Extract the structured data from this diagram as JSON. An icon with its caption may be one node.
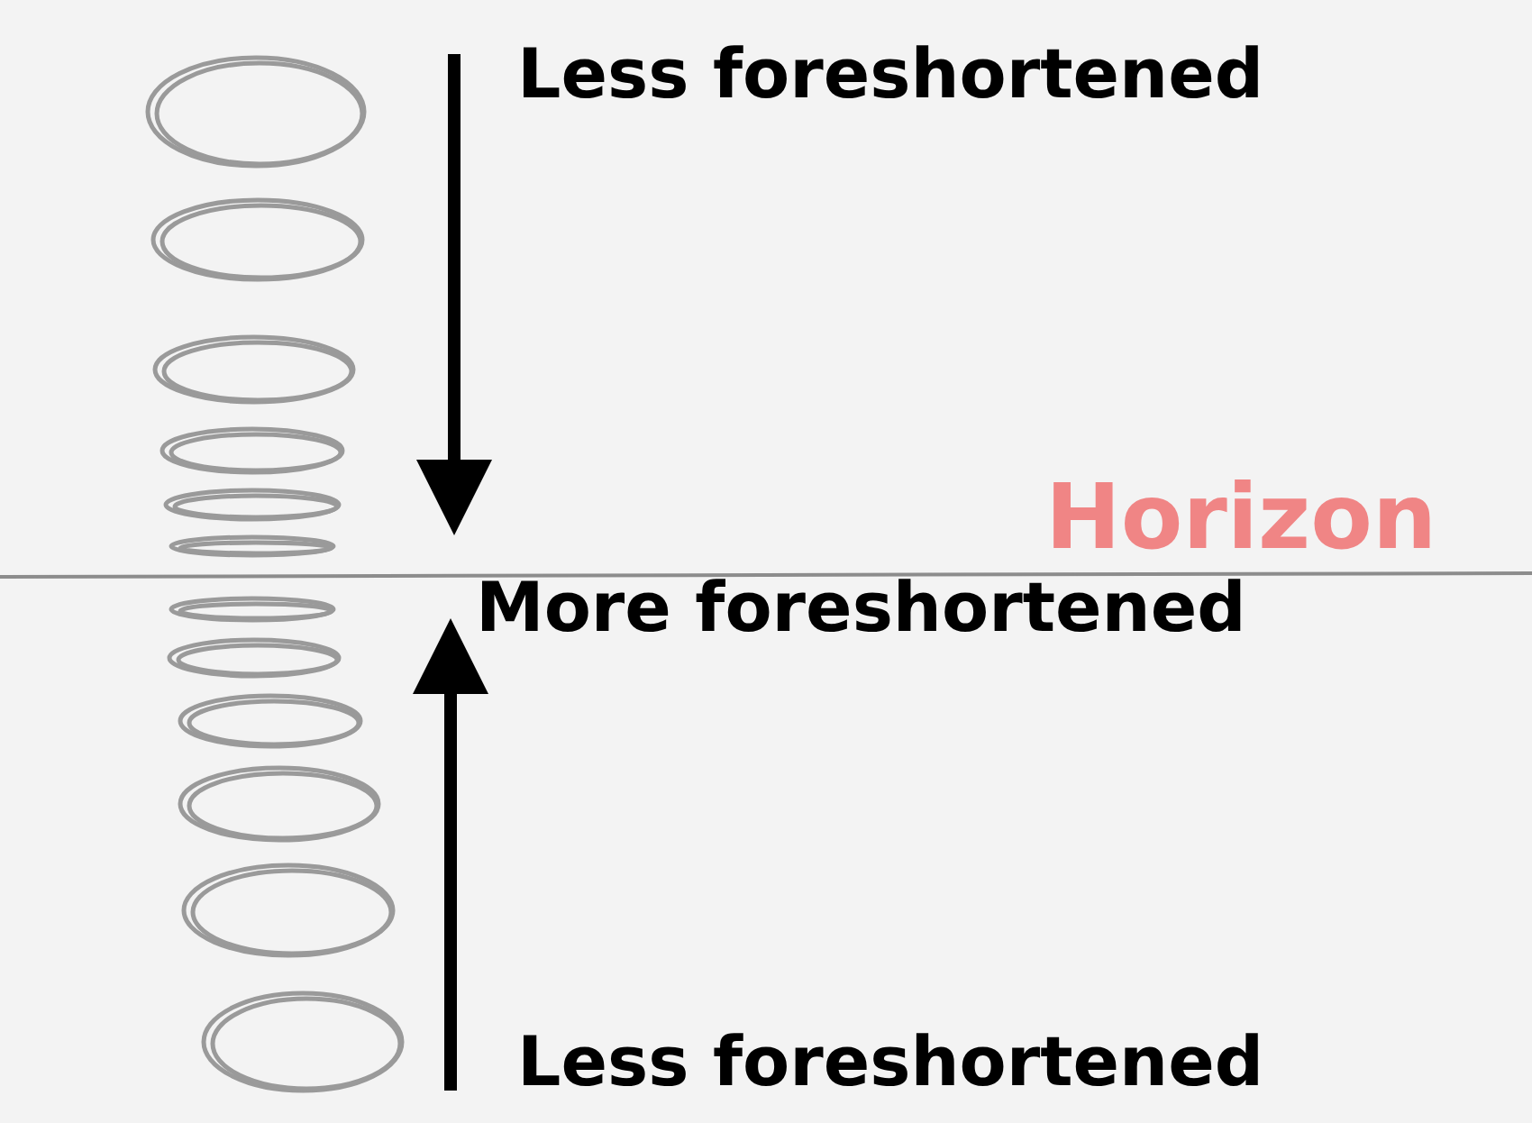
{
  "diagram": {
    "labels": [
      "Less foreshortened",
      "Horizon",
      "More foreshortened",
      "Less foreshortened"
    ]
  }
}
